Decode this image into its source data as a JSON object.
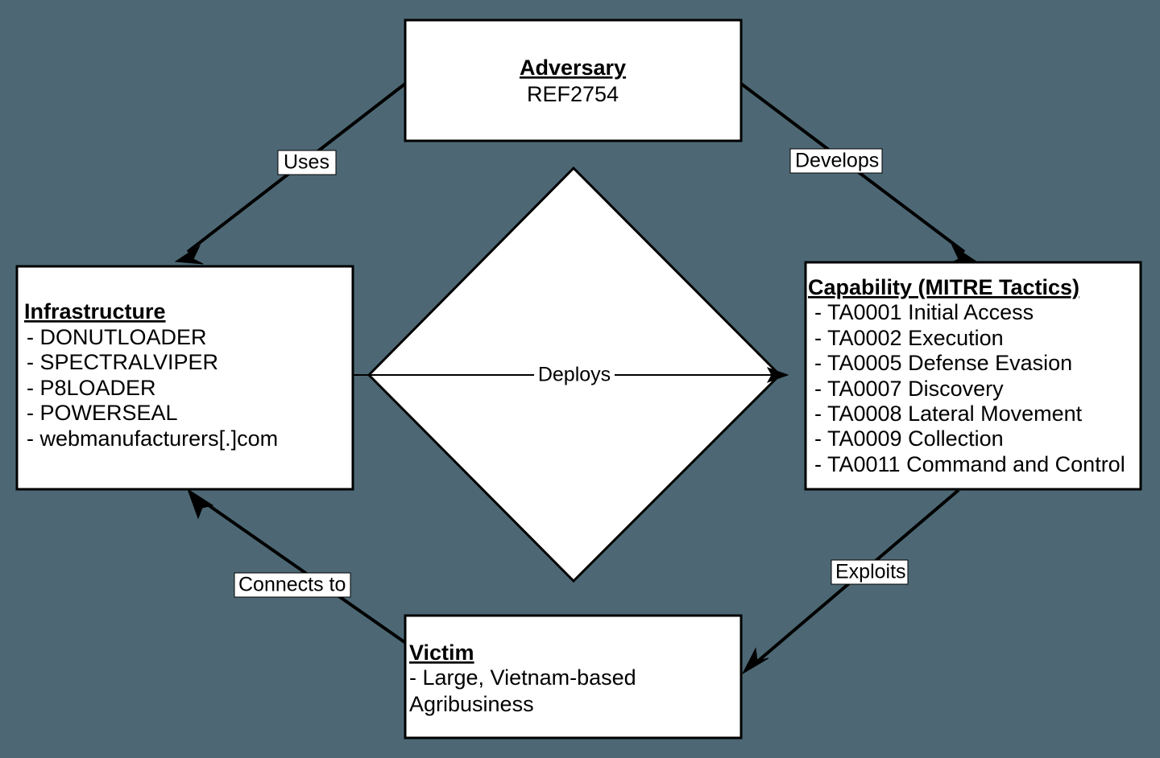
{
  "diagram": {
    "type": "diamond-model",
    "background_color": "#4d6874",
    "node_fill": "#ffffff",
    "stroke_color": "#000000",
    "nodes": {
      "adversary": {
        "title": "Adversary",
        "lines": [
          "REF2754"
        ]
      },
      "infrastructure": {
        "title": "Infrastructure",
        "lines": [
          "- DONUTLOADER",
          "- SPECTRALVIPER",
          "- P8LOADER",
          "- POWERSEAL",
          "- webmanufacturers[.]com"
        ]
      },
      "capability": {
        "title": "Capability (MITRE Tactics)",
        "lines": [
          "- TA0001 Initial Access",
          "- TA0002 Execution",
          "- TA0005 Defense Evasion",
          "- TA0007 Discovery",
          "- TA0008 Lateral Movement",
          "- TA0009 Collection",
          "- TA0011 Command and Control"
        ]
      },
      "victim": {
        "title": "Victim",
        "lines": [
          " - Large, Vietnam-based",
          "Agribusiness"
        ]
      }
    },
    "edges": {
      "uses": "Uses",
      "develops": "Develops",
      "connects_to": "Connects to",
      "exploits": "Exploits",
      "deploys": "Deploys"
    }
  }
}
